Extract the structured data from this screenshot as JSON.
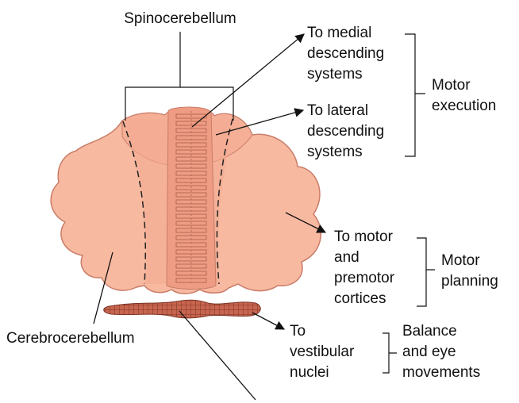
{
  "labels": {
    "spinocerebellum": "Spinocerebellum",
    "cerebrocerebellum": "Cerebrocerebellum",
    "medial": [
      "To medial",
      "descending",
      "systems"
    ],
    "lateral": [
      "To lateral",
      "descending",
      "systems"
    ],
    "motor_execution": [
      "Motor",
      "execution"
    ],
    "motor_cortex": [
      "To motor",
      "and",
      "premotor",
      "cortices"
    ],
    "motor_planning": [
      "Motor",
      "planning"
    ],
    "vestibular": [
      "To",
      "vestibular",
      "nuclei"
    ],
    "balance": [
      "Balance",
      "and eye",
      "movements"
    ]
  },
  "colors": {
    "lobe": "#f8b9a1",
    "vermis": "#ee9c83",
    "paravermis": "#f4ab92",
    "outline": "#c97c68",
    "flocculonodular": "#c8654f",
    "line": "#111111"
  }
}
